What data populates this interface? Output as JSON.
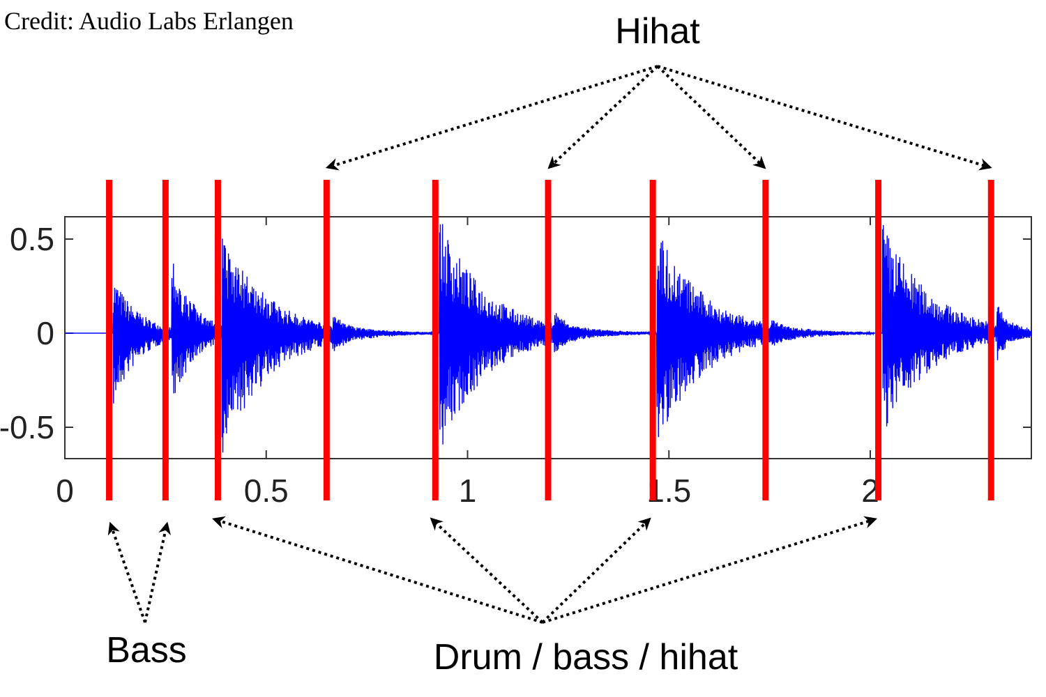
{
  "credit": "Credit: Audio Labs Erlangen",
  "annotations": {
    "top_label": "Hihat",
    "bottom_left_label": "Bass",
    "bottom_right_label": "Drum / bass / hihat"
  },
  "colors": {
    "waveform": "#0000ff",
    "onset_marker": "#ff0000",
    "axes": "#333333",
    "arrows": "#000000"
  },
  "chart_data": {
    "type": "line",
    "title": "",
    "xlabel": "",
    "ylabel": "",
    "xlim": [
      0,
      2.4
    ],
    "ylim": [
      -0.68,
      0.62
    ],
    "x_ticks": [
      0,
      0.5,
      1,
      1.5,
      2
    ],
    "x_tick_labels": [
      "0",
      "0.5",
      "1",
      "1.5",
      "2"
    ],
    "y_ticks": [
      0.5,
      0,
      -0.5
    ],
    "y_tick_labels": [
      "0.5",
      "0",
      "-0.5"
    ],
    "grid": false,
    "series": [
      {
        "name": "",
        "description_only": false
      }
    ],
    "onsets": [
      {
        "time": 0.11,
        "type": "bass"
      },
      {
        "time": 0.25,
        "type": "bass"
      },
      {
        "time": 0.38,
        "type": "drum_bass_hihat"
      },
      {
        "time": 0.65,
        "type": "hihat"
      },
      {
        "time": 0.92,
        "type": "drum_bass_hihat"
      },
      {
        "time": 1.2,
        "type": "hihat"
      },
      {
        "time": 1.46,
        "type": "drum_bass_hihat"
      },
      {
        "time": 1.74,
        "type": "hihat"
      },
      {
        "time": 2.02,
        "type": "drum_bass_hihat"
      },
      {
        "time": 2.3,
        "type": "hihat"
      }
    ],
    "transients": [
      {
        "time": 0.12,
        "peak_pos": 0.31,
        "peak_neg": -0.4,
        "decay": 0.14,
        "type": "bass"
      },
      {
        "time": 0.265,
        "peak_pos": 0.37,
        "peak_neg": -0.35,
        "decay": 0.13,
        "type": "bass"
      },
      {
        "time": 0.39,
        "peak_pos": 0.51,
        "peak_neg": -0.63,
        "decay": 0.26,
        "type": "drum"
      },
      {
        "time": 0.665,
        "peak_pos": 0.08,
        "peak_neg": -0.08,
        "decay": 0.05,
        "type": "hihat"
      },
      {
        "time": 0.93,
        "peak_pos": 0.62,
        "peak_neg": -0.64,
        "decay": 0.26,
        "type": "drum"
      },
      {
        "time": 1.215,
        "peak_pos": 0.09,
        "peak_neg": -0.08,
        "decay": 0.05,
        "type": "hihat"
      },
      {
        "time": 1.47,
        "peak_pos": 0.57,
        "peak_neg": -0.6,
        "decay": 0.26,
        "type": "drum"
      },
      {
        "time": 1.755,
        "peak_pos": 0.03,
        "peak_neg": -0.03,
        "decay": 0.05,
        "type": "hihat"
      },
      {
        "time": 2.03,
        "peak_pos": 0.6,
        "peak_neg": -0.55,
        "decay": 0.26,
        "type": "drum"
      },
      {
        "time": 2.315,
        "peak_pos": 0.13,
        "peak_neg": -0.12,
        "decay": 0.05,
        "type": "hihat"
      }
    ]
  }
}
